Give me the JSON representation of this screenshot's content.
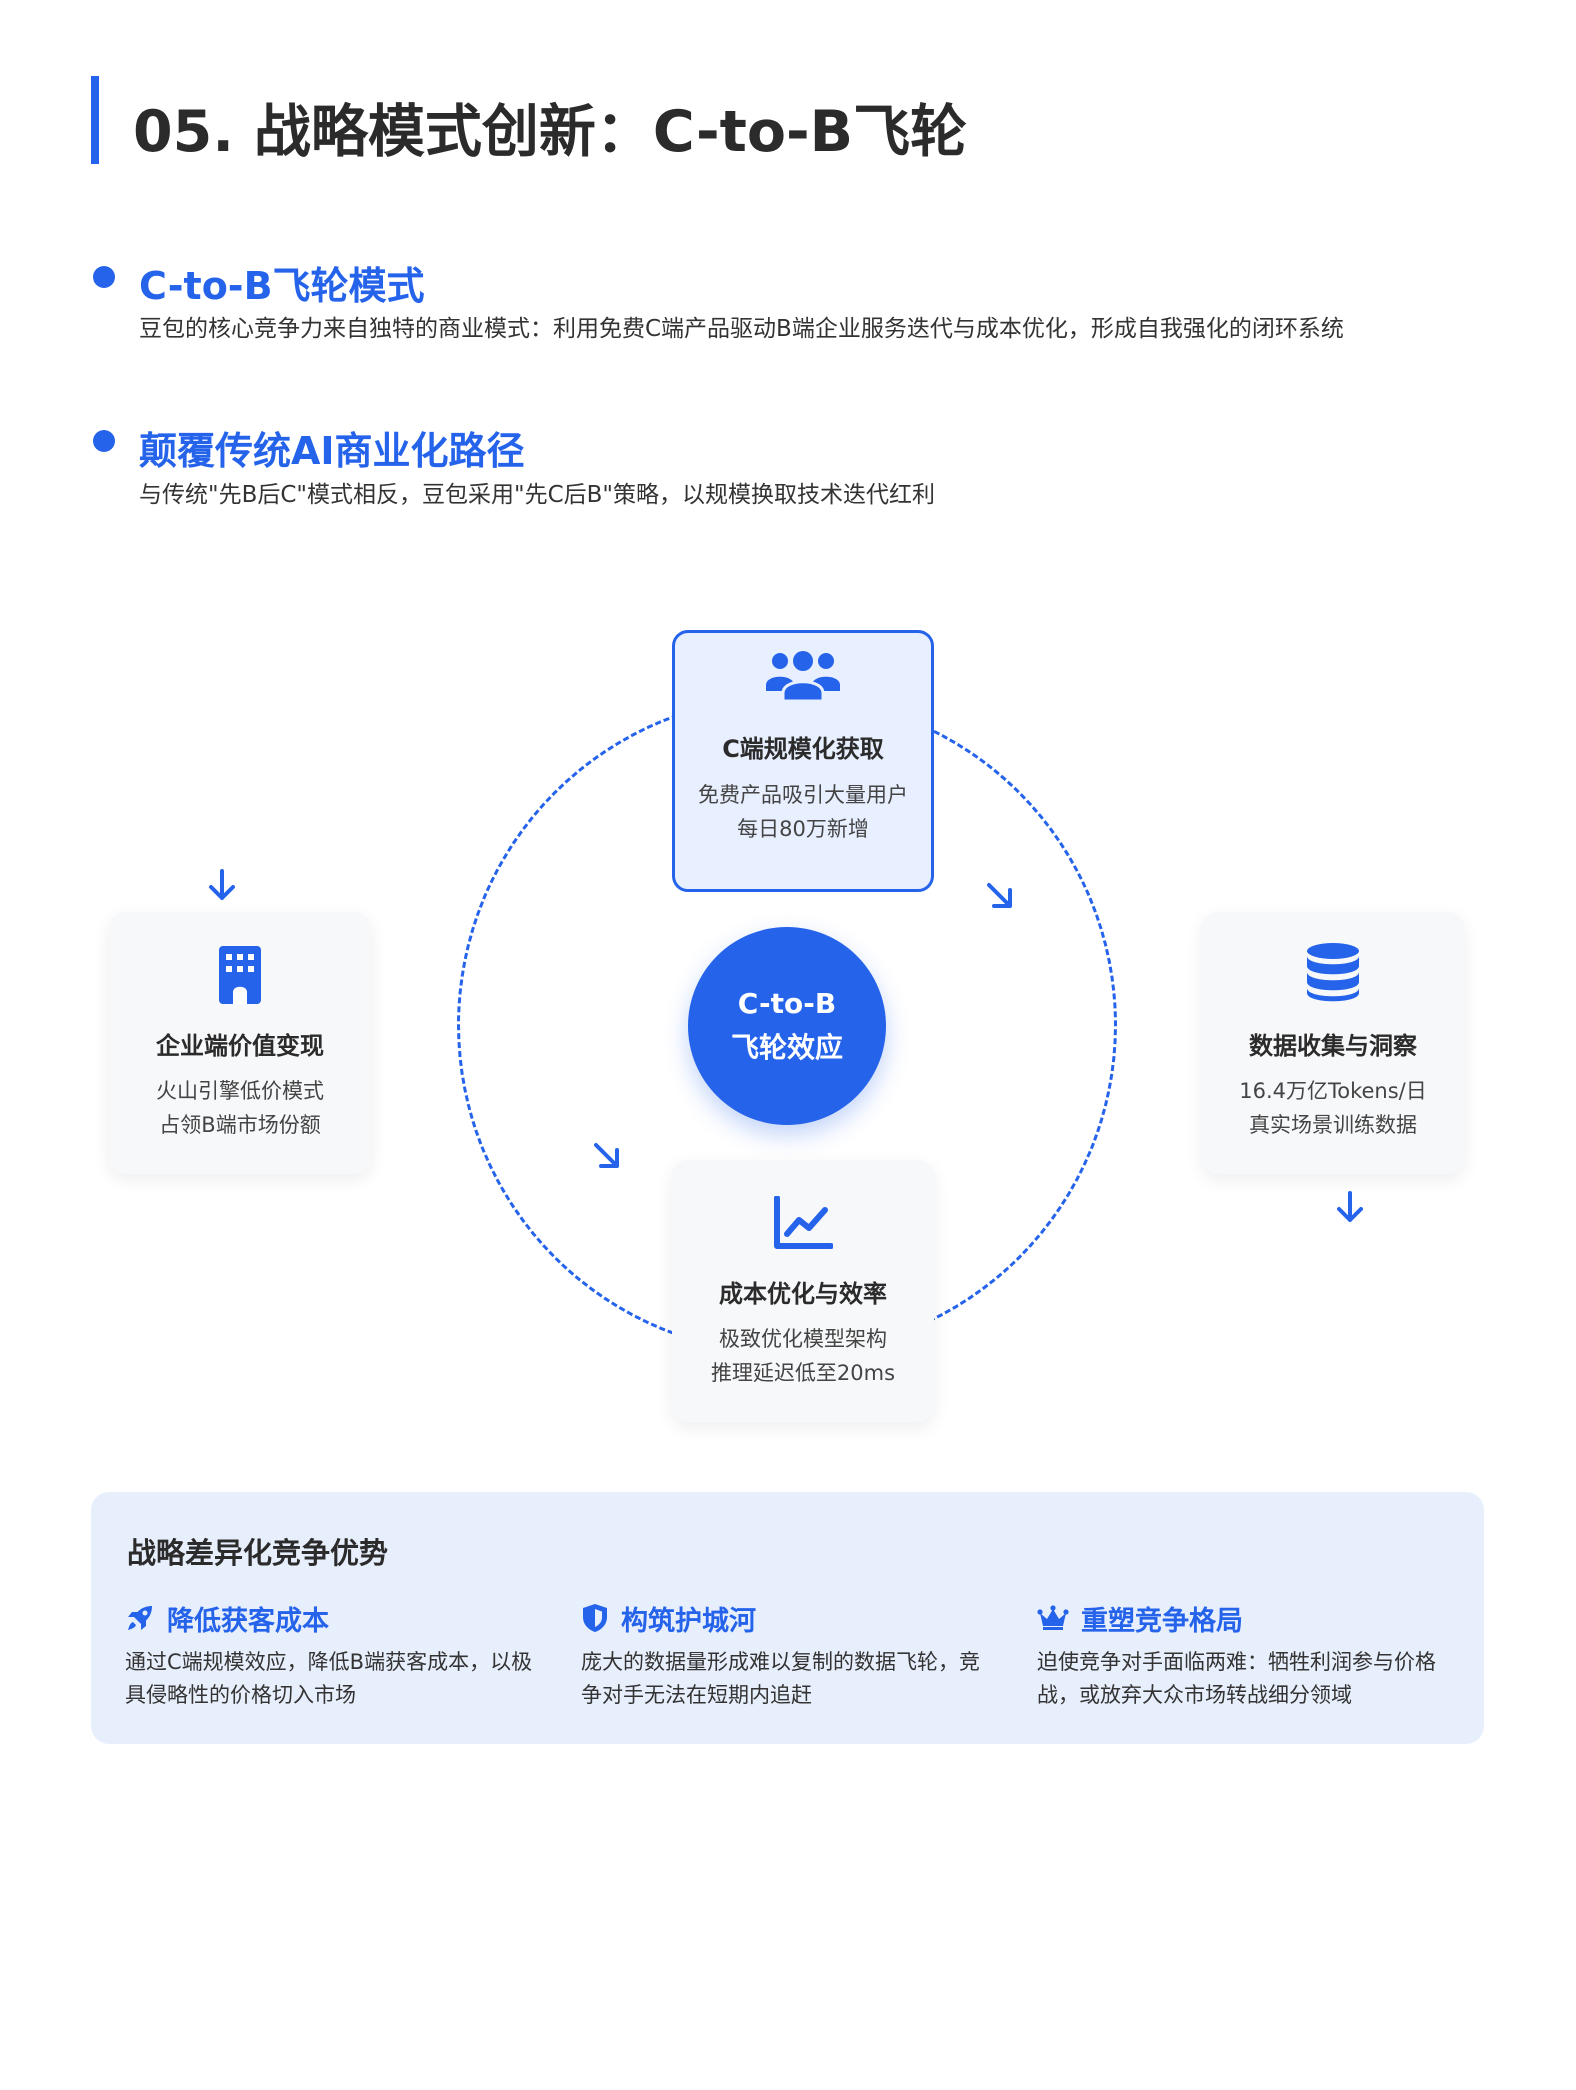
{
  "header": {
    "title": "05. 战略模式创新：C-to-B飞轮",
    "accent_color": "#2563eb"
  },
  "bullets": [
    {
      "title": "C-to-B飞轮模式",
      "desc": "豆包的核心竞争力来自独特的商业模式：利用免费C端产品驱动B端企业服务迭代与成本优化，形成自我强化的闭环系统"
    },
    {
      "title": "颠覆传统AI商业化路径",
      "desc": "与传统\"先B后C\"模式相反，豆包采用\"先C后B\"策略，以规模换取技术迭代红利"
    }
  ],
  "flywheel": {
    "center": {
      "line1": "C-to-B",
      "line2": "飞轮效应"
    },
    "nodes": {
      "top": {
        "icon": "users-icon",
        "title": "C端规模化获取",
        "desc_line1": "免费产品吸引大量用户",
        "desc_line2": "每日80万新增"
      },
      "right": {
        "icon": "database-icon",
        "title": "数据收集与洞察",
        "desc_line1": "16.4万亿Tokens/日",
        "desc_line2": "真实场景训练数据"
      },
      "bottom": {
        "icon": "chart-line-icon",
        "title": "成本优化与效率",
        "desc_line1": "极致优化模型架构",
        "desc_line2": "推理延迟低至20ms"
      },
      "left": {
        "icon": "building-icon",
        "title": "企业端价值变现",
        "desc_line1": "火山引擎低价模式",
        "desc_line2": "占领B端市场份额"
      }
    }
  },
  "advantages": {
    "heading": "战略差异化竞争优势",
    "items": [
      {
        "icon": "rocket-icon",
        "title": "降低获客成本",
        "desc": "通过C端规模效应，降低B端获客成本，以极具侵略性的价格切入市场"
      },
      {
        "icon": "shield-icon",
        "title": "构筑护城河",
        "desc": "庞大的数据量形成难以复制的数据飞轮，竞争对手无法在短期内追赶"
      },
      {
        "icon": "crown-icon",
        "title": "重塑竞争格局",
        "desc": "迫使竞争对手面临两难：牺牲利润参与价格战，或放弃大众市场转战细分领域"
      }
    ]
  }
}
